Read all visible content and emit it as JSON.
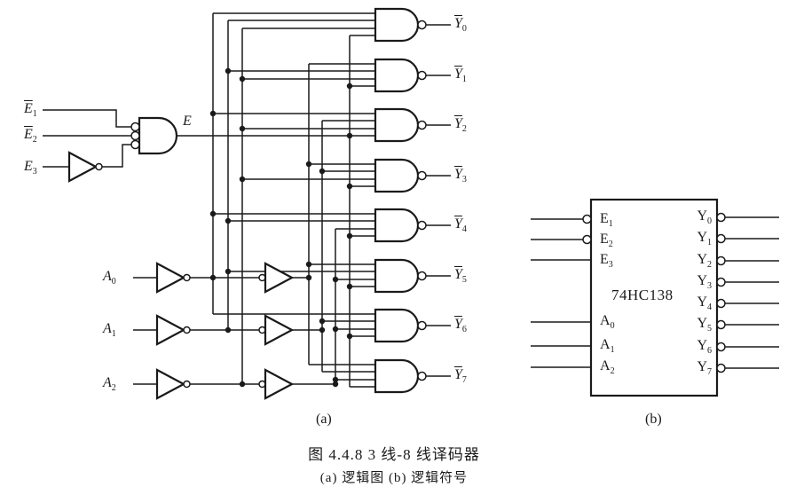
{
  "figure": {
    "part_a": {
      "enable_inputs": [
        {
          "base": "E",
          "sub": "1",
          "bar": true
        },
        {
          "base": "E",
          "sub": "2",
          "bar": true
        },
        {
          "base": "E",
          "sub": "3",
          "bar": false
        }
      ],
      "enable_signal": "E",
      "address_inputs": [
        {
          "base": "A",
          "sub": "0"
        },
        {
          "base": "A",
          "sub": "1"
        },
        {
          "base": "A",
          "sub": "2"
        }
      ],
      "outputs": [
        {
          "base": "Y",
          "sub": "0",
          "bar": true
        },
        {
          "base": "Y",
          "sub": "1",
          "bar": true
        },
        {
          "base": "Y",
          "sub": "2",
          "bar": true
        },
        {
          "base": "Y",
          "sub": "3",
          "bar": true
        },
        {
          "base": "Y",
          "sub": "4",
          "bar": true
        },
        {
          "base": "Y",
          "sub": "5",
          "bar": true
        },
        {
          "base": "Y",
          "sub": "6",
          "bar": true
        },
        {
          "base": "Y",
          "sub": "7",
          "bar": true
        }
      ],
      "label": "(a)",
      "nand_gate_count": 8,
      "inverter_count": 7,
      "and_gate_count": 1
    },
    "part_b": {
      "chip_name": "74HC138",
      "left_pins": [
        {
          "base": "E",
          "sub": "1"
        },
        {
          "base": "E",
          "sub": "2"
        },
        {
          "base": "E",
          "sub": "3"
        },
        {
          "base": "A",
          "sub": "0"
        },
        {
          "base": "A",
          "sub": "1"
        },
        {
          "base": "A",
          "sub": "2"
        }
      ],
      "right_pins": [
        {
          "base": "Y",
          "sub": "0"
        },
        {
          "base": "Y",
          "sub": "1"
        },
        {
          "base": "Y",
          "sub": "2"
        },
        {
          "base": "Y",
          "sub": "3"
        },
        {
          "base": "Y",
          "sub": "4"
        },
        {
          "base": "Y",
          "sub": "5"
        },
        {
          "base": "Y",
          "sub": "6"
        },
        {
          "base": "Y",
          "sub": "7"
        }
      ],
      "label": "(b)"
    },
    "caption": {
      "line1": "图 4.4.8  3 线-8 线译码器",
      "line2": "(a) 逻辑图  (b) 逻辑符号"
    },
    "colors": {
      "ink": "#1a1a1a",
      "background": "#ffffff"
    }
  }
}
